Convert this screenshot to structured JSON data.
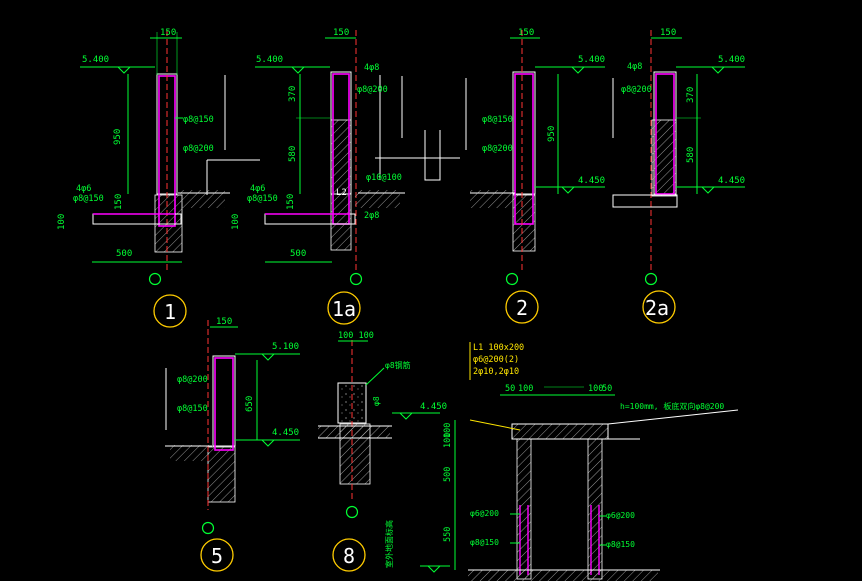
{
  "details": [
    {
      "id": "1",
      "dims": {
        "width": "150",
        "elev_top": "5.400",
        "height": "950",
        "base_w": "500",
        "base_h": "100",
        "foot_h": "150"
      },
      "rebar": [
        "φ8@150",
        "φ8@200",
        "4φ6",
        "φ8@150"
      ]
    },
    {
      "id": "1a",
      "dims": {
        "width": "150",
        "elev_top": "5.400",
        "h1": "370",
        "h2": "580",
        "base_w": "500",
        "base_h": "100",
        "foot_h": "150"
      },
      "rebar": [
        "4φ8",
        "φ8@200",
        "φ10@100",
        "4φ6",
        "φ8@150",
        "2φ8"
      ],
      "beam_label": "L2"
    },
    {
      "id": "2",
      "dims": {
        "width": "150",
        "elev_top": "5.400",
        "height": "950",
        "elev_bot": "4.450"
      },
      "rebar": [
        "φ8@150",
        "φ8@200"
      ]
    },
    {
      "id": "2a",
      "dims": {
        "width": "150",
        "elev_top": "5.400",
        "h1": "370",
        "h2": "580",
        "elev_bot": "4.450"
      },
      "rebar": [
        "4φ8",
        "φ8@200"
      ]
    },
    {
      "id": "5",
      "dims": {
        "width": "150",
        "elev_top": "5.100",
        "height": "650",
        "elev_bot": "4.450"
      },
      "rebar": [
        "φ8@200",
        "φ8@150"
      ]
    },
    {
      "id": "8",
      "dims": {
        "width": "100 100",
        "elev": "4.450"
      },
      "labels": [
        "φ8钢筋",
        "φ8"
      ]
    }
  ],
  "beam_section": {
    "annot": [
      "L1 100x200",
      "φ6@200(2)",
      "2φ10,2φ10"
    ],
    "dims_top": [
      "50",
      "100",
      "100",
      "50"
    ],
    "note_top": "h=100mm, 板底双向φ8@200",
    "dims_left": [
      "100",
      "100",
      "500",
      "550"
    ],
    "rebar": [
      "φ6@200",
      "φ8@150",
      "φ6@200",
      "φ8@150"
    ],
    "bottom_label": "室外地面标高"
  }
}
